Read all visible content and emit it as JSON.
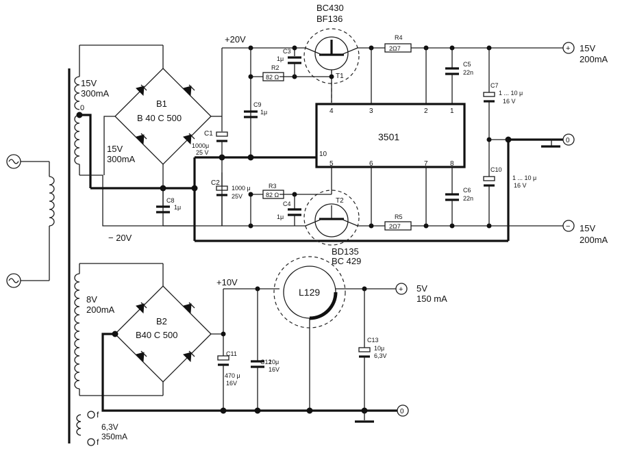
{
  "supply_rails": {
    "plus20": "+20V",
    "minus20": "− 20V",
    "plus10": "+10V"
  },
  "transformer": {
    "winding1_voltage": "15V",
    "winding1_current": "300mA",
    "tap_label": "0",
    "winding2_voltage": "15V",
    "winding2_current": "300mA",
    "winding3_voltage": "8V",
    "winding3_current": "200mA",
    "winding4_voltage": "6,3V",
    "winding4_current": "350mA",
    "filament_label": "f"
  },
  "bridges": {
    "b1_name": "B1",
    "b1_type": "B 40 C 500",
    "b2_name": "B2",
    "b2_type": "B40 C 500"
  },
  "transistors": {
    "t1_type_a": "BC430",
    "t1_type_b": "BF136",
    "t1_ref": "T1",
    "t2_type_a": "BD135",
    "t2_type_b": "BC 429",
    "t2_ref": "T2"
  },
  "ic": {
    "name": "3501",
    "pin_4": "4",
    "pin_3": "3",
    "pin_2": "2",
    "pin_1": "1",
    "pin_10": "10",
    "pin_5": "5",
    "pin_6": "6",
    "pin_7": "7",
    "pin_8": "8"
  },
  "regulator": {
    "name": "L129"
  },
  "components": {
    "c1": "C1",
    "c1_value": "1000μ",
    "c1_voltage": "25 V",
    "c2": "C2",
    "c2_value": "1000 μ",
    "c2_voltage": "25V",
    "c3": "C3",
    "c3_value": "1μ",
    "c4": "C4",
    "c4_value": "1μ",
    "c5": "C5",
    "c5_value": "22n",
    "c6": "C6",
    "c6_value": "22n",
    "c7": "C7",
    "c7_value": "1 ... 10 μ",
    "c7_voltage": "16 V",
    "c8": "C8",
    "c8_value": "1μ",
    "c9": "C9",
    "c9_value": "1μ",
    "c10": "C10",
    "c10_value": "1 ... 10 μ",
    "c10_voltage": "16 V",
    "c11": "C11",
    "c11_value": "470 μ",
    "c11_voltage": "16V",
    "c12": "C12",
    "c12_value": "10μ",
    "c12_voltage": "16V",
    "c13": "C13",
    "c13_value": "10μ",
    "c13_voltage": "6,3V",
    "r2": "R2",
    "r2_value": "82 Ω",
    "r3": "R3",
    "r3_value": "82 Ω",
    "r4": "R4",
    "r4_value": "2Ω7",
    "r5": "R5",
    "r5_value": "2Ω7"
  },
  "outputs": {
    "plus15_symbol": "+",
    "plus15_voltage": "15V",
    "plus15_current": "200mA",
    "gnd_symbol": "0",
    "minus15_symbol": "−",
    "minus15_voltage": "15V",
    "minus15_current": "200mA",
    "plus5_symbol": "+",
    "plus5_voltage": "5V",
    "plus5_current": "150 mA",
    "gnd2_symbol": "0"
  },
  "icons": {
    "ac_source_1": "ac-source-icon",
    "ac_source_2": "ac-source-icon",
    "transformer": "transformer-icon"
  }
}
